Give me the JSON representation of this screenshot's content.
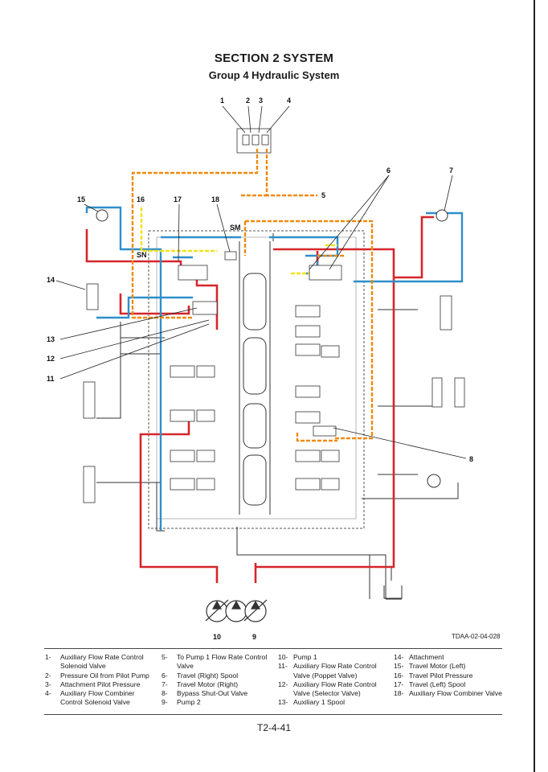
{
  "header": {
    "section": "SECTION 2 SYSTEM",
    "group": "Group 4 Hydraulic System"
  },
  "diagram": {
    "callouts": [
      "1",
      "2",
      "3",
      "4",
      "5",
      "6",
      "7",
      "8",
      "9",
      "10",
      "11",
      "12",
      "13",
      "14",
      "15",
      "16",
      "17",
      "18"
    ],
    "port_labels": {
      "sm": "SM",
      "sn": "SN"
    },
    "figure_id": "TDAA-02-04-028",
    "line_colors": {
      "pressure": "#d6262b",
      "return": "#2e8fc9",
      "pilot": "#f08a10",
      "pilot_low": "#f2e21b",
      "drain": "#333333"
    }
  },
  "legend": [
    {
      "num": "1-",
      "lines": [
        "Auxiliary Flow Rate Control",
        "Solenoid Valve"
      ]
    },
    {
      "num": "2-",
      "lines": [
        "Pressure Oil from Pilot Pump"
      ]
    },
    {
      "num": "3-",
      "lines": [
        "Attachment Pilot Pressure"
      ]
    },
    {
      "num": "4-",
      "lines": [
        "Auxiliary Flow Combiner",
        "Control Solenoid Valve"
      ]
    },
    {
      "num": "5-",
      "lines": [
        "To Pump 1 Flow Rate Control",
        "Valve"
      ]
    },
    {
      "num": "6-",
      "lines": [
        "Travel (Right) Spool"
      ]
    },
    {
      "num": "7-",
      "lines": [
        "Travel Motor (Right)"
      ]
    },
    {
      "num": "8-",
      "lines": [
        "Bypass Shut-Out Valve"
      ]
    },
    {
      "num": "9-",
      "lines": [
        "Pump 2"
      ]
    },
    {
      "num": "10-",
      "lines": [
        "Pump 1"
      ]
    },
    {
      "num": "11-",
      "lines": [
        "Auxiliary Flow Rate Control",
        "Valve (Poppet Valve)"
      ]
    },
    {
      "num": "12-",
      "lines": [
        "Auxiliary Flow Rate Control",
        "Valve (Selector Valve)"
      ]
    },
    {
      "num": "13-",
      "lines": [
        "Auxiliary 1 Spool"
      ]
    },
    {
      "num": "14-",
      "lines": [
        "Attachment"
      ]
    },
    {
      "num": "15-",
      "lines": [
        "Travel Motor (Left)"
      ]
    },
    {
      "num": "16-",
      "lines": [
        "Travel Pilot Pressure"
      ]
    },
    {
      "num": "17-",
      "lines": [
        "Travel (Left) Spool"
      ]
    },
    {
      "num": "18-",
      "lines": [
        "Auxiliary Flow Combiner Valve"
      ]
    }
  ],
  "footer": {
    "page": "T2-4-41"
  }
}
